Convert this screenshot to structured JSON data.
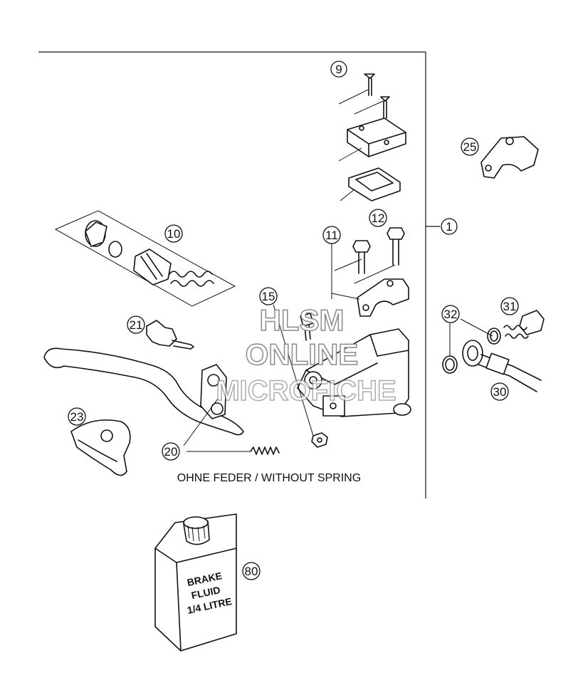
{
  "callouts": [
    {
      "id": "c9",
      "label": "9"
    },
    {
      "id": "c10",
      "label": "10"
    },
    {
      "id": "c11",
      "label": "11"
    },
    {
      "id": "c12",
      "label": "12"
    },
    {
      "id": "c1",
      "label": "1"
    },
    {
      "id": "c25",
      "label": "25"
    },
    {
      "id": "c15",
      "label": "15"
    },
    {
      "id": "c21",
      "label": "21"
    },
    {
      "id": "c31",
      "label": "31"
    },
    {
      "id": "c32",
      "label": "32"
    },
    {
      "id": "c30",
      "label": "30"
    },
    {
      "id": "c23",
      "label": "23"
    },
    {
      "id": "c20",
      "label": "20"
    },
    {
      "id": "c80",
      "label": "80"
    }
  ],
  "note": "OHNE FEDER / WITHOUT SPRING",
  "bottle_label": [
    "BRAKE",
    "FLUID",
    "1/4 LITRE"
  ],
  "watermark": [
    "HLSM",
    "ONLINE",
    "MICROFICHE"
  ]
}
